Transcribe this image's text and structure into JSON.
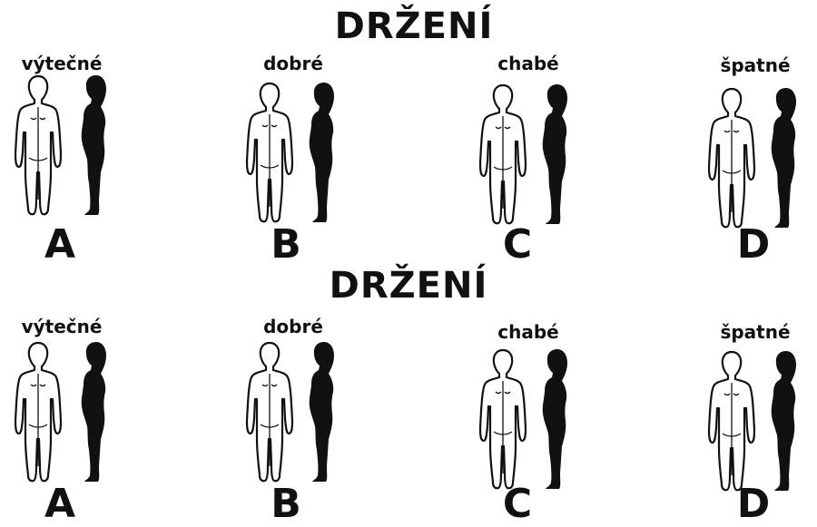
{
  "panels": [
    {
      "title": "DRŽENÍ",
      "groups": [
        {
          "label": "výtečné",
          "letter": "A"
        },
        {
          "label": "dobré",
          "letter": "B"
        },
        {
          "label": "chabé",
          "letter": "C"
        },
        {
          "label": "špatné",
          "letter": "D"
        }
      ]
    },
    {
      "title": "DRŽENÍ",
      "groups": [
        {
          "label": "výtečné",
          "letter": "A"
        },
        {
          "label": "dobré",
          "letter": "B"
        },
        {
          "label": "chabé",
          "letter": "C"
        },
        {
          "label": "špatné",
          "letter": "D"
        }
      ]
    }
  ],
  "colors": {
    "ink": "#111111",
    "background": "#ffffff"
  },
  "icons": {
    "back_view": "back-view-outline-figure-icon",
    "side_view": "side-view-silhouette-figure-icon"
  }
}
